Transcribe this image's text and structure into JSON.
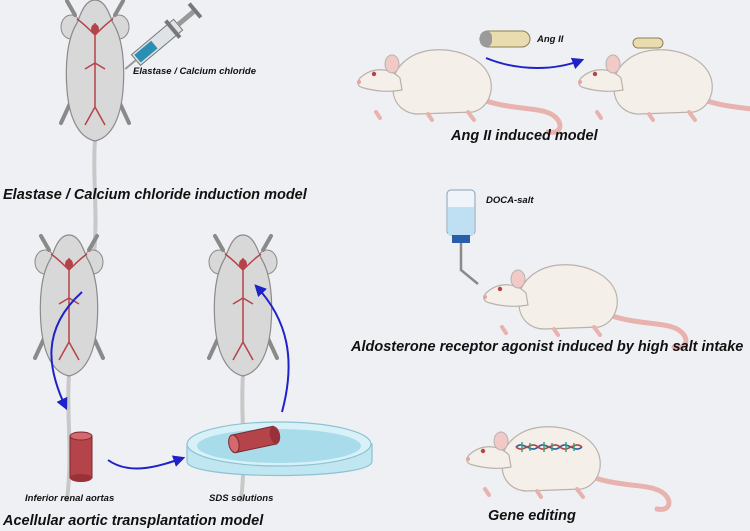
{
  "labels": {
    "elastase_reagent": "Elastase / Calcium chloride",
    "elastase_model": "Elastase / Calcium chloride induction model",
    "ang_reagent": "Ang II",
    "ang_model": "Ang II induced model",
    "doca_reagent": "DOCA-salt",
    "aldosterone_model": "Aldosterone receptor agonist induced by high salt intake",
    "aorta_label": "Inferior renal aortas",
    "sds_label": "SDS solutions",
    "acellular_model": "Acellular aortic transplantation model",
    "gene_model": "Gene editing"
  },
  "colors": {
    "background": "#eff0f4",
    "mouse_body": "#d8d8d8",
    "rat_body": "#f4efe8",
    "tail": "#e8b3ae",
    "aorta": "#b5434a",
    "arrow": "#1f22c8",
    "dish": "#bfe6f1"
  }
}
